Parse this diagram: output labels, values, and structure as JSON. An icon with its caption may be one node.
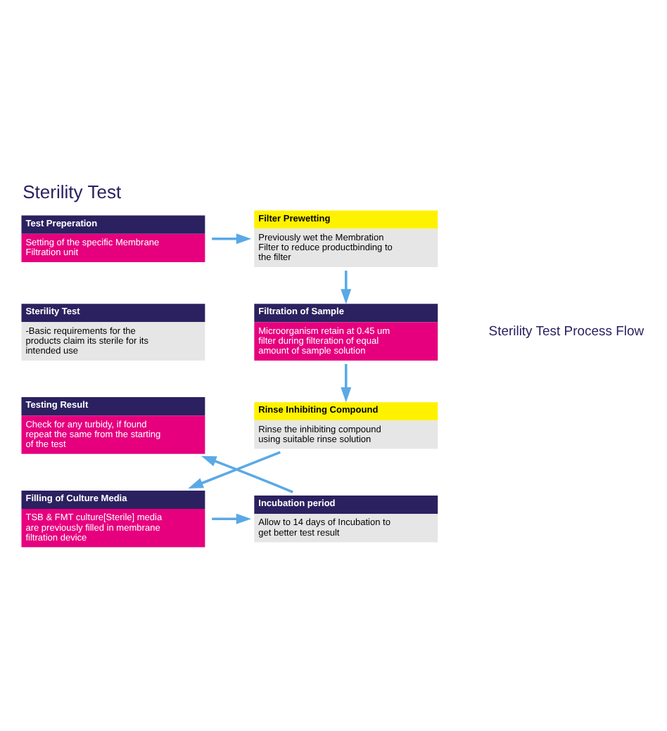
{
  "diagram": {
    "title": "Sterility Test",
    "nodes": [
      {
        "text": [
          "Test Preperation",
          "Setting of the specific Membrane Filtration unit"
        ]
      },
      {
        "text": [
          "Filter Prewetting",
          "Previously wet the Membration Filter to reduce productbinding to the filter"
        ]
      },
      {
        "text": [
          "Filtration of Sample",
          "Microorganism retain at 0.45 um filter during filteration of equal amount of sample solution"
        ]
      },
      {
        "text": [
          "Rinse Inhibiting Compound",
          "Rinse the inhibiting compound using suitable rinse solution"
        ]
      },
      {
        "text": [
          "Filling of Culture Media",
          "TSB & FMT culture[Sterile] media are previously filled in membrane filtration device"
        ]
      },
      {
        "text": [
          "Incubation period",
          "Allow to 14 days of Incubation to get better test result"
        ]
      },
      {
        "text": [
          "Testing Result",
          "Check for any turbidy, if found repeat the same from the starting of the test"
        ]
      },
      {
        "text": [
          "Sterility Test",
          "-Basic requirements for the products claim its sterile for its intended use"
        ]
      }
    ],
    "edges": [
      {
        "from": 0,
        "to": 1,
        "arrow": "to"
      },
      {
        "from": 1,
        "to": 2,
        "arrow": "to"
      },
      {
        "from": 2,
        "to": 3,
        "arrow": "to"
      },
      {
        "from": 3,
        "to": 4,
        "arrow": "to"
      },
      {
        "from": 4,
        "to": 5,
        "arrow": "to"
      },
      {
        "from": 5,
        "to": 6,
        "arrow": "to"
      }
    ],
    "labels": [
      "Sterility Test Process Flow"
    ]
  }
}
